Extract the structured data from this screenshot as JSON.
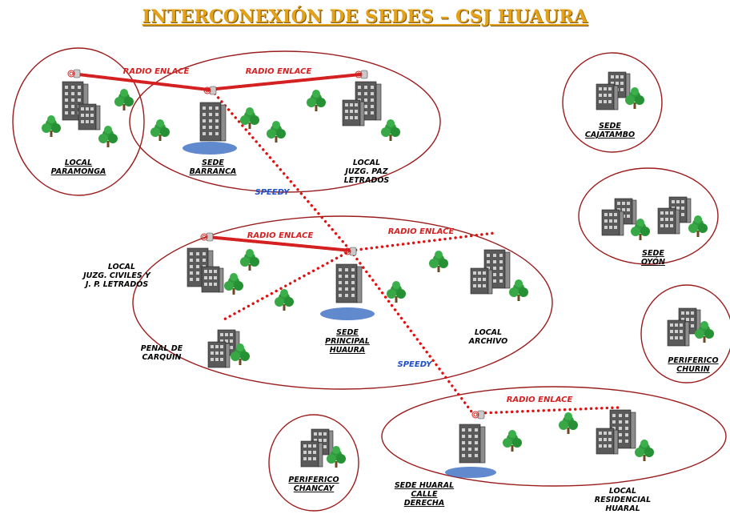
{
  "title": "INTERCONEXIÓN DE SEDES – CSJ HUAURA",
  "link_labels": {
    "radio_enlace": "RADIO ENLACE",
    "speedy": "SPEEDY"
  },
  "sites": {
    "paramonga": [
      "LOCAL",
      "PARAMONGA"
    ],
    "barranca": [
      "SEDE",
      "BARRANCA"
    ],
    "juzg_paz": [
      "LOCAL",
      "JUZG. PAZ",
      "LETRADOS"
    ],
    "cajatambo": [
      "SEDE",
      "CAJATAMBO"
    ],
    "oyon": [
      "SEDE",
      "OYÓN"
    ],
    "juzg_civiles": [
      "LOCAL",
      "JUZG. CIVILES  Y",
      "J. P. LETRADOS"
    ],
    "principal_huaura": [
      "SEDE",
      "PRINCIPAL",
      "HUAURA"
    ],
    "archivo": [
      "LOCAL",
      "ARCHIVO"
    ],
    "carquin": [
      "PENAL DE",
      "CARQUIN"
    ],
    "churin": [
      "PERIFERICO",
      "CHURIN"
    ],
    "chancay": [
      "PERIFERICO",
      "CHANCAY"
    ],
    "huaral_calle": [
      "SEDE HUARAL",
      "CALLE",
      "DERECHA"
    ],
    "residencial_huaral": [
      "LOCAL",
      "RESIDENCIAL",
      "HUARAL"
    ]
  },
  "colors": {
    "title": "#e3a21a",
    "ellipse": "#9b1c1c",
    "radio_link": "#d42020",
    "speedy_dots": "#e01010",
    "speedy_text": "#1f4fc8",
    "building": "#4d4d4d",
    "tree": "#2e9a3c"
  }
}
